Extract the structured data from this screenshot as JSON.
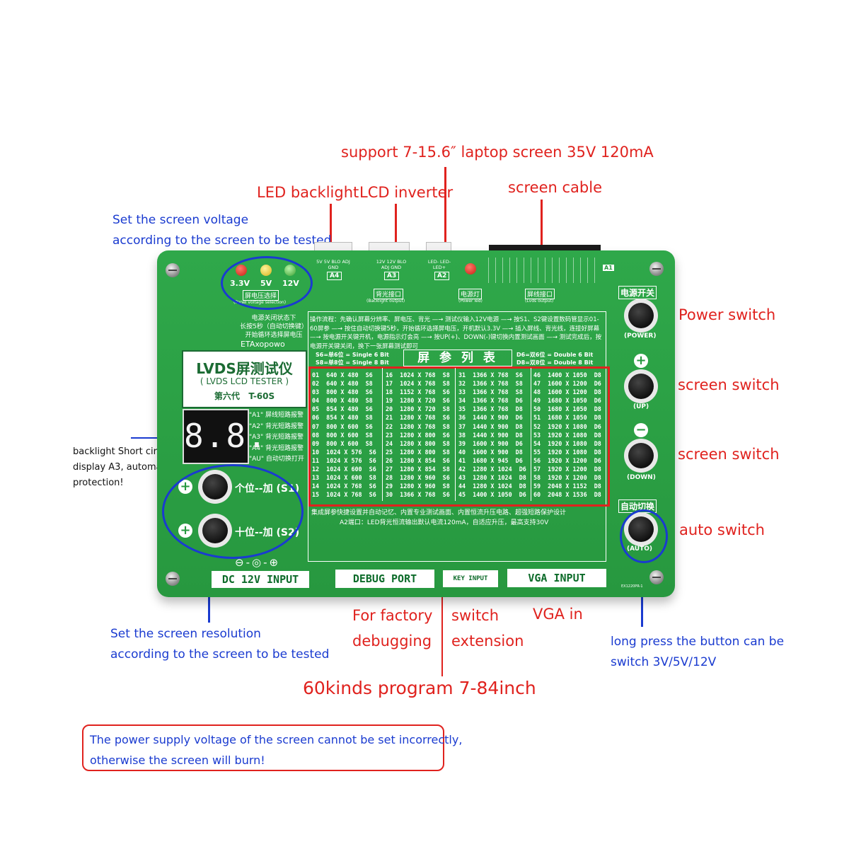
{
  "callouts": {
    "top_support": "support 7-15.6″ laptop screen 35V 120mA",
    "led_backlight": "LED backlight",
    "lcd_inverter": "LCD inverter",
    "screen_cable": "screen cable",
    "voltage_line1": "Set the screen voltage",
    "voltage_line2": "according to the screen to be tested",
    "power_switch": "Power switch",
    "screen_switch_up": "screen switch",
    "screen_switch_down": "screen switch",
    "auto_switch": "auto switch",
    "backlight_line1": "backlight Short circuit",
    "backlight_line2": "display A3, automatic",
    "backlight_line3": "protection!",
    "resolution_line1": "Set the screen resolution",
    "resolution_line2": "according to the screen to be tested",
    "factory_line1": "For factory",
    "factory_line2": "debugging",
    "switch_line1": "switch",
    "switch_line2": "extension",
    "vga_in": "VGA in",
    "long_press_line1": "long press the button can be",
    "long_press_line2": "switch 3V/5V/12V",
    "programs": "60kinds program 7-84inch",
    "warning_line1": "The power supply voltage of the screen cannot be set incorrectly,",
    "warning_line2": "otherwise the screen will burn!"
  },
  "board": {
    "volt_labels": [
      "3.3V",
      "5V",
      "12V"
    ],
    "volt_select_cn": "屏电压选择",
    "volt_select_en": "(Panel voltage selection)",
    "a4_pins": "5V 5V BLO ADJ GND",
    "a4": "A4",
    "a3_pins": "12V 12V BLO ADJ GND",
    "a3": "A3",
    "a3_cn": "背光接口",
    "a3_en": "(Backlight output)",
    "a2_pins": "LED- LED- LED+",
    "a2": "A2",
    "power_led_cn": "电源灯",
    "power_led_en": "(Power led)",
    "lvds_cn": "屏线接口",
    "lvds_en": "(Lvds output)",
    "a1": "A1",
    "power_cn": "电源开关",
    "power_en": "(POWER)",
    "up_en": "(UP)",
    "down_en": "(DOWN)",
    "auto_cn": "自动切换",
    "auto_en": "(AUTO)",
    "info_line1": "电源关闭状态下",
    "info_line2": "长按5秒（自动切换键）",
    "info_line3": "开始循环选择屏电压",
    "brand": "ETAxopowo",
    "title_cn": "LVDS屏测试仪",
    "title_en": "( LVDS LCD TESTER )",
    "gen": "第六代   T-60S",
    "display": "8.8.",
    "alarms": [
      "\"A1\" 屏线短路报警",
      "\"A2\" 背光短路报警",
      "\"A3\" 背光短路报警",
      "\"A4\" 背光短路报警",
      "\"AU\" 自动切换打开"
    ],
    "s1_label": "个位--加 (S1)",
    "s2_label": "十位--加 (S2)",
    "dc_input": "DC 12V INPUT",
    "debug_port": "DEBUG PORT",
    "key_input": "KEY INPUT",
    "vga_input": "VGA INPUT",
    "procedure": "操作流程：先确认屏幕分辨率、屏电压、背光 —→ 测试仪输入12V电源 —→ 按S1、S2键设置数码管显示01-60屏参 —→ 按住自动切换键5秒，开始循环选择屏电压，开机默认3.3V —→ 插入屏线、背光线，连接好屏幕 —→ 按电源开关键开机，电源指示灯会亮 —→ 按UP(+)、DOWN(-)键切换内置测试画面 —→ 测试完成后，按电源开关键关闭，换下一张屏幕测试即可",
    "s6_note": "S6=单6位 = Single 6 Bit",
    "s8_note": "S8=单8位 = Single 8 Bit",
    "table_title": "屏 参 列 表",
    "d6_note": "D6=双6位 = Double 6 Bit",
    "d8_note": "D8=双8位 = Double 8 Bit",
    "footer_line1": "集成屏参快捷设置并自动记忆、内置专业测试画面、内置恒流升压电路、超强短路保护设计",
    "footer_line2": "A2端口：LED背光恒流输出默认电流120mA，自适应升压，最高支持30V",
    "serial": "EX1220PR-1"
  },
  "params": [
    [
      "01  640 X 480  S6",
      "02  640 X 480  S8",
      "03  800 X 480  S6",
      "04  800 X 480  S8",
      "05  854 X 480  S6",
      "06  854 X 480  S8",
      "07  800 X 600  S6",
      "08  800 X 600  S8",
      "09  800 X 600  S8",
      "10  1024 X 576  S6",
      "11  1024 X 576  S6",
      "12  1024 X 600  S6",
      "13  1024 X 600  S8",
      "14  1024 X 768  S6",
      "15  1024 X 768  S6"
    ],
    [
      "16  1024 X 768  S8",
      "17  1024 X 768  S8",
      "18  1152 X 768  S6",
      "19  1280 X 720  S6",
      "20  1280 X 720  S8",
      "21  1280 X 768  S6",
      "22  1280 X 768  S8",
      "23  1280 X 800  S6",
      "24  1280 X 800  S8",
      "25  1280 X 800  S8",
      "26  1280 X 854  S6",
      "27  1280 X 854  S8",
      "28  1280 X 960  S6",
      "29  1280 X 960  S8",
      "30  1366 X 768  S6"
    ],
    [
      "31  1366 X 768  S6",
      "32  1366 X 768  S8",
      "33  1366 X 768  S8",
      "34  1366 X 768  D6",
      "35  1366 X 768  D8",
      "36  1440 X 900  D6",
      "37  1440 X 900  D8",
      "38  1440 X 900  D8",
      "39  1600 X 900  D6",
      "40  1600 X 900  D8",
      "41  1680 X 945  D6",
      "42  1280 X 1024  D6",
      "43  1280 X 1024  D8",
      "44  1280 X 1024  D8",
      "45  1400 X 1050  D6"
    ],
    [
      "46  1400 X 1050  D8",
      "47  1600 X 1200  D6",
      "48  1600 X 1200  D8",
      "49  1680 X 1050  D6",
      "50  1680 X 1050  D8",
      "51  1680 X 1050  D8",
      "52  1920 X 1080  D6",
      "53  1920 X 1080  D8",
      "54  1920 X 1080  D8",
      "55  1920 X 1080  D8",
      "56  1920 X 1200  D6",
      "57  1920 X 1200  D8",
      "58  1920 X 1200  D8",
      "59  2048 X 1152  D8",
      "60  2048 X 1536  D8"
    ]
  ],
  "colors": {
    "board_green": "#27983f",
    "callout_red": "#e0221e",
    "callout_blue": "#1a3bd0"
  }
}
